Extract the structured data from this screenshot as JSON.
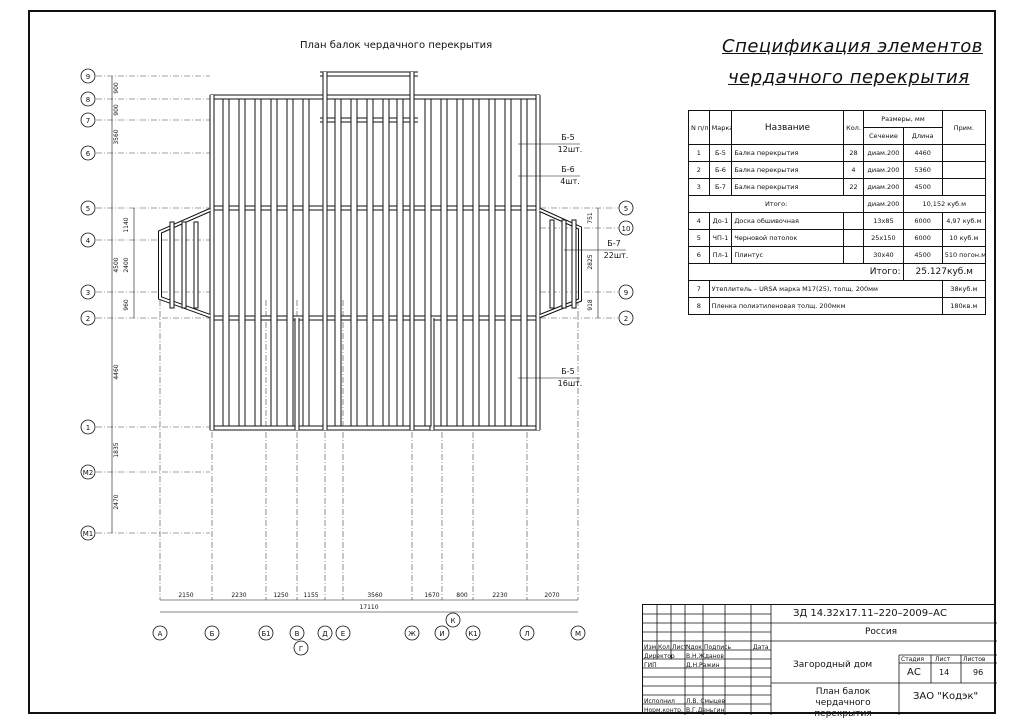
{
  "plan": {
    "title": "План балок чердачного перекрытия",
    "left_axes": [
      "9",
      "8",
      "7",
      "6",
      "5",
      "4",
      "3",
      "2",
      "1",
      "М2",
      "М1"
    ],
    "right_axes": [
      "5",
      "10",
      "9",
      "2"
    ],
    "bottom_axes": [
      "А",
      "Б",
      "Б1",
      "В",
      "Г",
      "Д",
      "Е",
      "Ж",
      "И",
      "К",
      "К1",
      "Л",
      "М"
    ],
    "left_dims": [
      "900",
      "900",
      "3560",
      "1140",
      "2400",
      "4500",
      "960",
      "4460",
      "1835",
      "2470"
    ],
    "right_dims": [
      "751",
      "2825",
      "918"
    ],
    "bottom_dims": [
      "2150",
      "2230",
      "1250",
      "1155",
      "3560",
      "1670",
      "800",
      "2230",
      "2070"
    ],
    "total_dim": "17110",
    "labels": [
      {
        "mark": "Б-5",
        "qty": "12шт."
      },
      {
        "mark": "Б-6",
        "qty": "4шт."
      },
      {
        "mark": "Б-7",
        "qty": "22шт."
      },
      {
        "mark": "Б-5",
        "qty": "16шт."
      }
    ]
  },
  "spec": {
    "title_line1": "Спецификация элементов",
    "title_line2": "чердачного перекрытия",
    "header": {
      "num": "N п/п",
      "mark": "Марка",
      "name": "Название",
      "qty": "Кол.",
      "size": "Размеры, мм",
      "section": "Сечение",
      "length": "Длина",
      "note": "Прим."
    },
    "rows": [
      {
        "n": "1",
        "mark": "Б-5",
        "name": "Балка перекрытия",
        "qty": "28",
        "section": "диам.200",
        "length": "4460",
        "note": ""
      },
      {
        "n": "2",
        "mark": "Б-6",
        "name": "Балка перекрытия",
        "qty": "4",
        "section": "диам.200",
        "length": "5360",
        "note": ""
      },
      {
        "n": "3",
        "mark": "Б-7",
        "name": "Балка перекрытия",
        "qty": "22",
        "section": "диам.200",
        "length": "4500",
        "note": ""
      }
    ],
    "subtotal": {
      "label": "Итого:",
      "section": "диам.200",
      "value": "10,152 куб.м"
    },
    "rows2": [
      {
        "n": "4",
        "mark": "Дo-1",
        "name": "Доска обшивочная",
        "qty": "",
        "section": "13х85",
        "length": "6000",
        "note": "4,97 куб.м"
      },
      {
        "n": "5",
        "mark": "ЧП-1",
        "name": "Черновой потолок",
        "qty": "",
        "section": "25х150",
        "length": "6000",
        "note": "10 куб.м"
      },
      {
        "n": "6",
        "mark": "Пл-1",
        "name": "Плинтус",
        "qty": "",
        "section": "30х40",
        "length": "4500",
        "note": "510 погон.м"
      }
    ],
    "total": {
      "label": "Итого:",
      "value": "25.127куб.м"
    },
    "rows3": [
      {
        "n": "7",
        "name": "Утеплитель – URSA марка М17(25), толщ. 200мм",
        "note": "38куб.м"
      },
      {
        "n": "8",
        "name": "Пленка полиэтиленовая толщ. 200мкм",
        "note": "180кв.м"
      }
    ]
  },
  "title_block": {
    "code": "ЗД 14.32х17.11–220–2009–АС",
    "country": "Россия",
    "object": "Загородный дом",
    "drawing": "План балок чердачного перекрытия",
    "stage_label": "Стадия",
    "sheet_label": "Лист",
    "sheets_label": "Листов",
    "stage": "АС",
    "sheet": "14",
    "sheets": "96",
    "company": "ЗАО \"Кодэк\"",
    "cols": [
      "Изм.",
      "Кол.",
      "Лист",
      "Nдок",
      "Подпись",
      "Дата"
    ],
    "roles": [
      {
        "role": "Директор",
        "name": "В.Н.Жданов"
      },
      {
        "role": "ГИП",
        "name": "Д.Н.Ражин"
      },
      {
        "role": "Исполнил",
        "name": "Л.В. Смыцев"
      },
      {
        "role": "Норм.контр.",
        "name": "В.Г.Деньгин"
      }
    ]
  }
}
